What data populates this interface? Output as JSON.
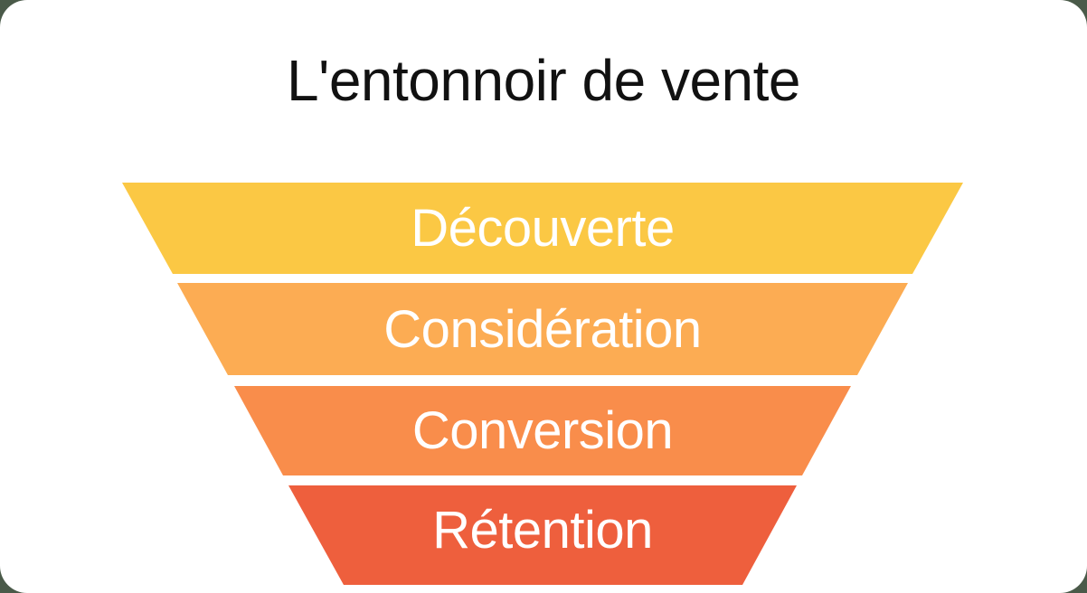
{
  "title": "L'entonnoir de vente",
  "chart_data": {
    "type": "funnel",
    "title": "L'entonnoir de vente",
    "stages": [
      {
        "label": "Découverte",
        "color": "#FBC844"
      },
      {
        "label": "Considération",
        "color": "#FCAC53"
      },
      {
        "label": "Conversion",
        "color": "#F98D4B"
      },
      {
        "label": "Rétention",
        "color": "#EE5F3D"
      }
    ],
    "orientation": "top-wide-to-bottom-narrow",
    "legend": "none",
    "values_shown": false
  },
  "funnel": {
    "stages": [
      {
        "label": "Découverte",
        "color": "#FBC844"
      },
      {
        "label": "Considération",
        "color": "#FCAC53"
      },
      {
        "label": "Conversion",
        "color": "#F98D4B"
      },
      {
        "label": "Rétention",
        "color": "#EE5F3D"
      }
    ]
  },
  "colors": {
    "page_background": "#4A5A49",
    "card_background": "#FFFFFF",
    "title_text": "#111111",
    "label_text": "#FFFFFF"
  }
}
